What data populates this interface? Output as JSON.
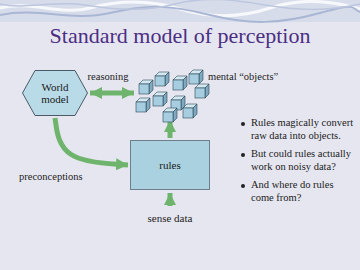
{
  "diagram": {
    "title": "Standard model of perception",
    "nodes": [
      {
        "text": [
          "World model"
        ]
      },
      {
        "text": [
          "mental “objects”"
        ]
      },
      {
        "text": [
          "rules"
        ]
      }
    ],
    "edges": [
      {
        "from": 0,
        "to": 1,
        "arrow": "both",
        "label": "reasoning"
      },
      {
        "from": 2,
        "to": 1,
        "arrow": "to"
      },
      {
        "from": 0,
        "to": 2,
        "arrow": "to",
        "label": "preconceptions"
      }
    ],
    "labels": [
      "sense data",
      "Rules magically convert raw data into objects.",
      "But could rules actually work on noisy data?",
      "And where do rules come from?"
    ]
  }
}
